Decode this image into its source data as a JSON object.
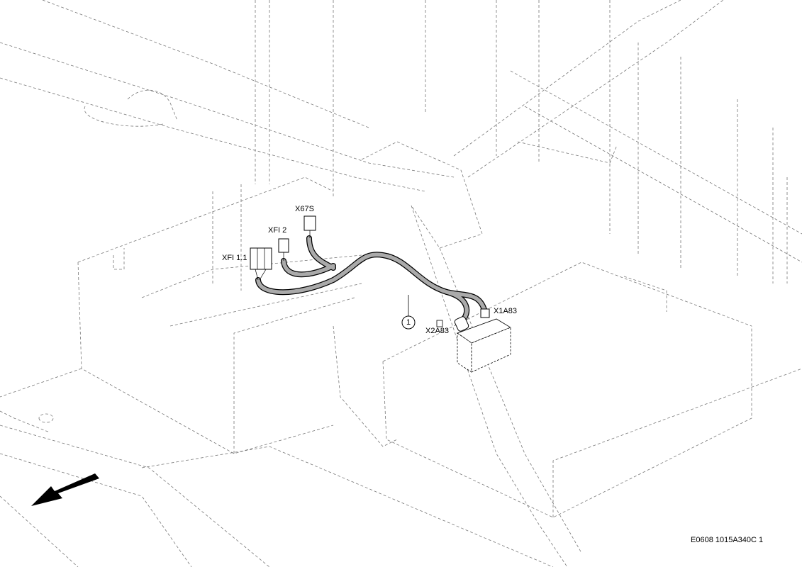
{
  "labels": {
    "x67s": "X67S",
    "xfi2": "XFI 2",
    "xfi11": "XFI 1.1",
    "x1a83": "X1A83",
    "x2a83": "X2A83",
    "callout": "1"
  },
  "drawing_code": "E0608 1015A340C 1",
  "colors": {
    "line": "#000000",
    "cable": "#a8a8a8",
    "hidden_line": "#777777"
  }
}
